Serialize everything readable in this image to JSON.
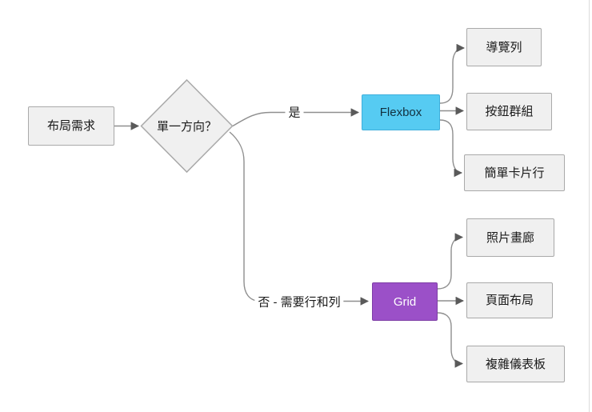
{
  "colors": {
    "flexbox_fill": "#56CBF2",
    "flexbox_border": "#3FAFDC",
    "grid_fill": "#9B50C8",
    "grid_border": "#7E3EA6",
    "node_fill": "#F0F0F0",
    "node_border": "#A9A9A9",
    "connector": "#8F8F8F",
    "arrowhead": "#5A5A5A",
    "canvas_bg": "#FFFFFF",
    "divider": "#DCDCDC"
  },
  "nodes": {
    "start": {
      "label": "布局需求"
    },
    "decision": {
      "label": "單一方向？"
    },
    "flexbox": {
      "label": "Flexbox"
    },
    "grid": {
      "label": "Grid"
    },
    "flexbox_targets": [
      {
        "label": "導覽列"
      },
      {
        "label": "按鈕群組"
      },
      {
        "label": "簡單卡片行"
      }
    ],
    "grid_targets": [
      {
        "label": "照片畫廊"
      },
      {
        "label": "頁面布局"
      },
      {
        "label": "複雜儀表板"
      }
    ]
  },
  "edges": {
    "yes_label": "是",
    "no_label": "否 - 需要行和列"
  }
}
